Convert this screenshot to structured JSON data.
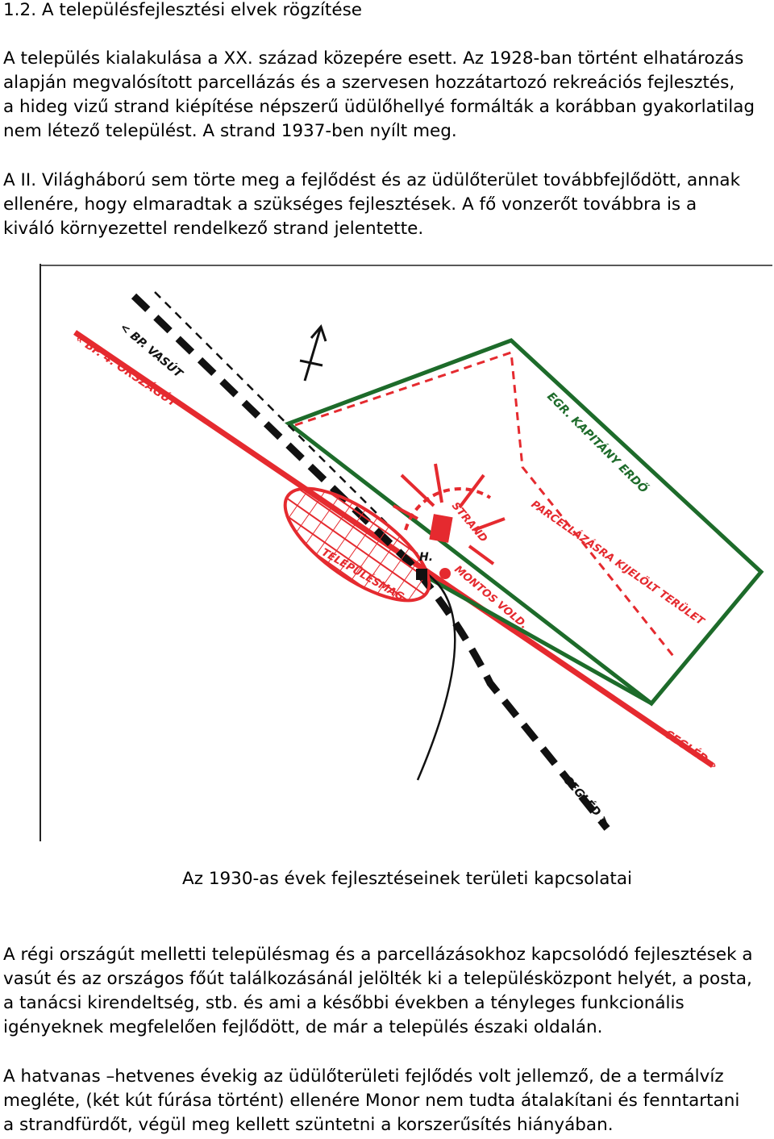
{
  "heading": "1.2. A településfejlesztési elvek rögzítése",
  "paragraph1": [
    "A település kialakulása a XX. század közepére esett. Az 1928-ban történt elhatározás",
    "alapján megvalósított parcellázás és a szervesen hozzátartozó rekreációs fejlesztés,",
    "a hideg vizű strand kiépítése népszerű üdülőhellyé formálták a korábban gyakorlatilag",
    "nem létező települést. A strand 1937-ben nyílt meg."
  ],
  "paragraph2": [
    "A II. Világháború sem törte meg a fejlődést és az üdülőterület továbbfejlődött, annak",
    "ellenére, hogy elmaradtak a szükséges fejlesztések. A fő vonzerőt továbbra is a",
    "kiváló környezettel rendelkező strand jelentette."
  ],
  "map": {
    "labels": {
      "road_bp": "« BP. 4. ORSZÁGÚT",
      "rail_bp": "< BP. VASÚT",
      "forest": "EGR. KAPITÁNY ERDŐ",
      "strand": "STRAND",
      "parcel": "PARCELLÁZÁSRA KIJELÖLT TERÜLET",
      "core": "TELEPÜLÉSMAG",
      "center": "MONTOS VOLD.",
      "cegled_road": "CEGLÉD »",
      "cegled_rail": "CEGLÉD >",
      "hatched_label": "H."
    },
    "colors": {
      "road": "#e52a2f",
      "forest": "#1d6b2a",
      "rail": "#111111",
      "parcel": "#e52a2f"
    }
  },
  "caption": "Az 1930-as évek fejlesztéseinek területi kapcsolatai",
  "paragraph3": [
    "A régi országút melletti településmag és a parcellázásokhoz kapcsolódó fejlesztések a",
    "vasút és az országos főút találkozásánál jelölték ki a településközpont helyét, a posta,",
    "a tanácsi kirendeltség, stb. és ami a későbbi években a tényleges funkcionális",
    "igényeknek megfelelően fejlődött, de már a település északi oldalán."
  ],
  "paragraph4": [
    "A hatvanas –hetvenes évekig az üdülőterületi fejlődés volt jellemző, de a termálvíz",
    "megléte, (két kút fúrása történt) ellenére Monor nem tudta átalakítani és fenntartani",
    "a strandfürdőt, végül meg kellett szüntetni a korszerűsítés hiányában."
  ]
}
